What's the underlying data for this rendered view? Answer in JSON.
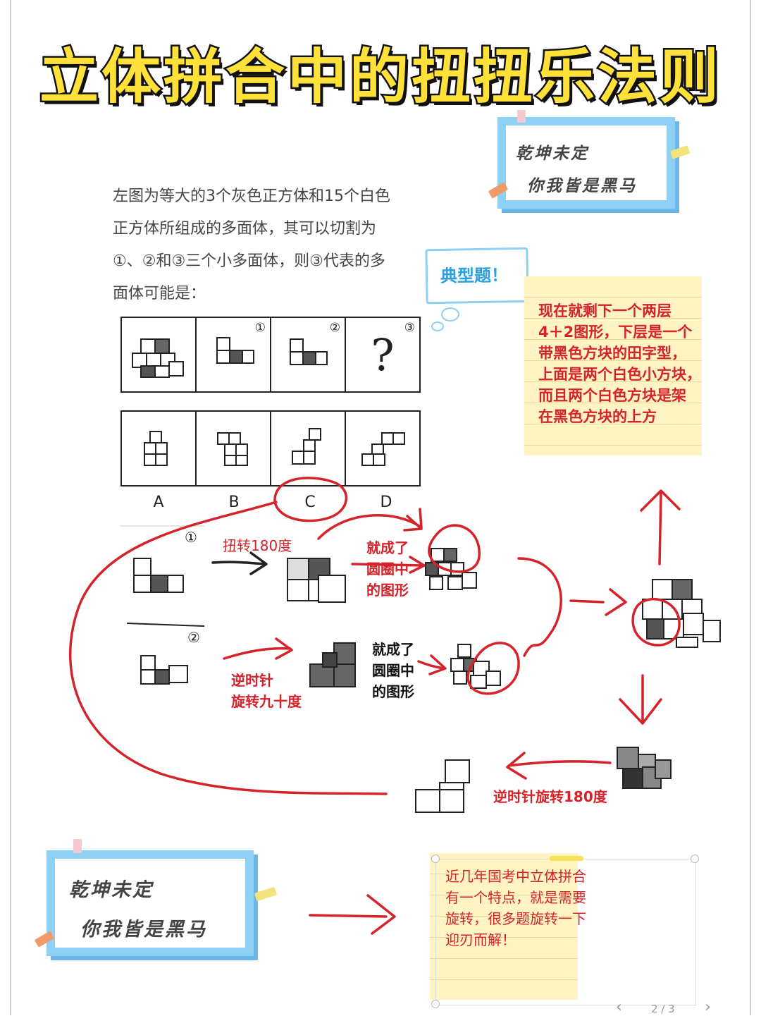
{
  "title": "立体拼合中的扭扭乐法则",
  "stamp": {
    "line1": "乾坤未定",
    "line2": "你我皆是黑马"
  },
  "question": {
    "lines": [
      "左图为等大的3个灰色正方体和15个白色",
      "正方体所组成的多面体，其可以切割为",
      "①、②和③三个小多面体，则③代表的多",
      "面体可能是："
    ],
    "piece_numbers": [
      "①",
      "②",
      "③"
    ],
    "unknown": "?",
    "options": [
      "A",
      "B",
      "C",
      "D"
    ]
  },
  "bubble": "典型题！",
  "note1": {
    "lines": [
      "现在就剩下一个两层",
      "4＋2图形，下层是一个",
      "带黑色方块的田字型，",
      "上面是两个白色小方块，",
      "而且两个白色方块是架",
      "在黑色方块的上方"
    ]
  },
  "annotations": {
    "piece1_num": "①",
    "piece2_num": "②",
    "rotate180": "扭转180度",
    "became1": [
      "就成了",
      "圆圈中",
      "的图形"
    ],
    "ccw90": [
      "逆时针",
      "旋转九十度"
    ],
    "became2": [
      "就成了",
      "圆圈中",
      "的图形"
    ],
    "ccw180": "逆时针旋转180度"
  },
  "note2": {
    "lines": [
      "近几年国考中立体拼合",
      "有一个特点，就是需要",
      "旋转，很多题旋转一下",
      "迎刃而解！"
    ]
  },
  "pager": {
    "prev": "‹",
    "page": "2 / 3",
    "next": "›"
  },
  "colors": {
    "accent_red": "#d4232b",
    "stamp_blue": "#8fd0f5",
    "title_yellow": "#ffe13a",
    "note_yellow": "#fff4c2"
  }
}
